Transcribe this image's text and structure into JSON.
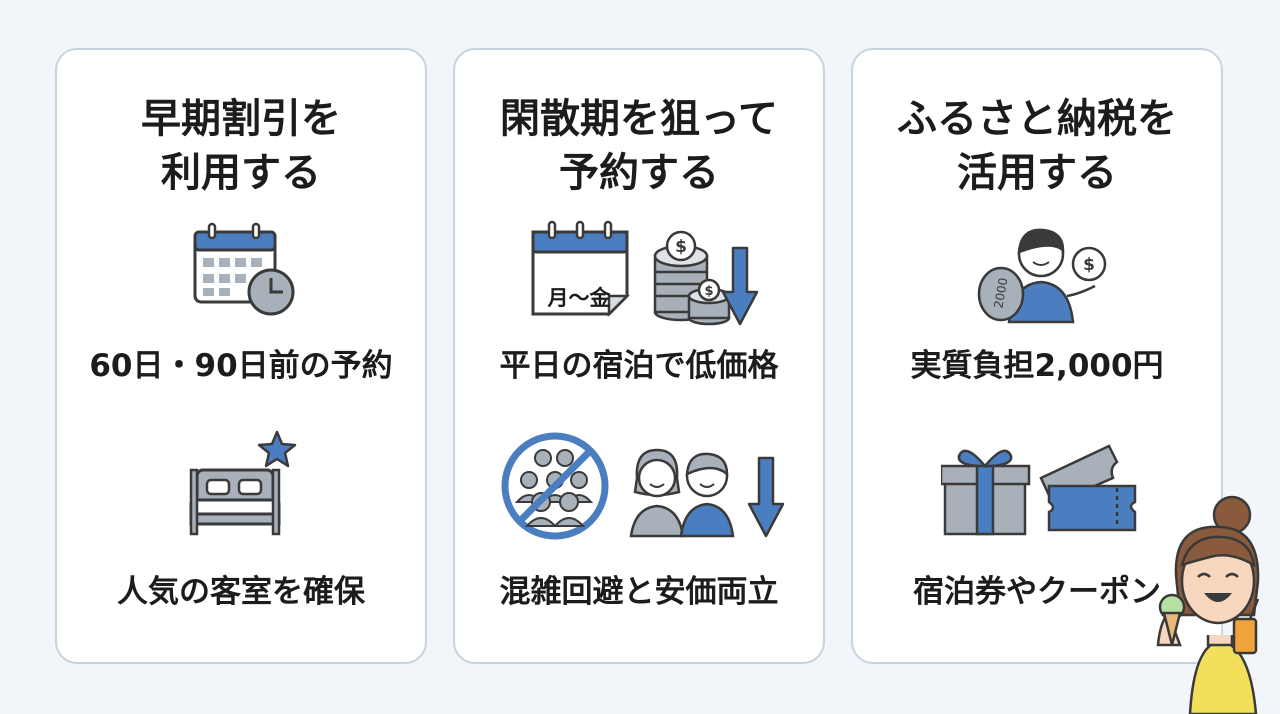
{
  "cards": [
    {
      "title_lines": [
        "早期割引を",
        "利用する"
      ],
      "items": [
        {
          "caption": "60日・90日前の予約",
          "icon": "calendar-clock-icon"
        },
        {
          "caption": "人気の客室を確保",
          "icon": "bed-star-icon"
        }
      ]
    },
    {
      "title_lines": [
        "閑散期を狙って",
        "予約する"
      ],
      "items": [
        {
          "caption": "平日の宿泊で低価格",
          "icon": "calendar-weekday-icon",
          "calendar_text": "月〜金"
        },
        {
          "caption": "混雑回避と安価両立",
          "icon": "no-crowd-icon"
        }
      ]
    },
    {
      "title_lines": [
        "ふるさと納税を",
        "活用する"
      ],
      "items": [
        {
          "caption": "実質負担2,000円",
          "icon": "person-coins-icon",
          "coin_text": "2000"
        },
        {
          "caption": "宿泊券やクーポン",
          "icon": "gift-ticket-icon"
        }
      ]
    }
  ],
  "colors": {
    "accent": "#4a7ec0",
    "gray": "#a8b0ba",
    "outline": "#3a3a3a",
    "card_border": "#c9d3df",
    "background": "#f2f5f9"
  }
}
